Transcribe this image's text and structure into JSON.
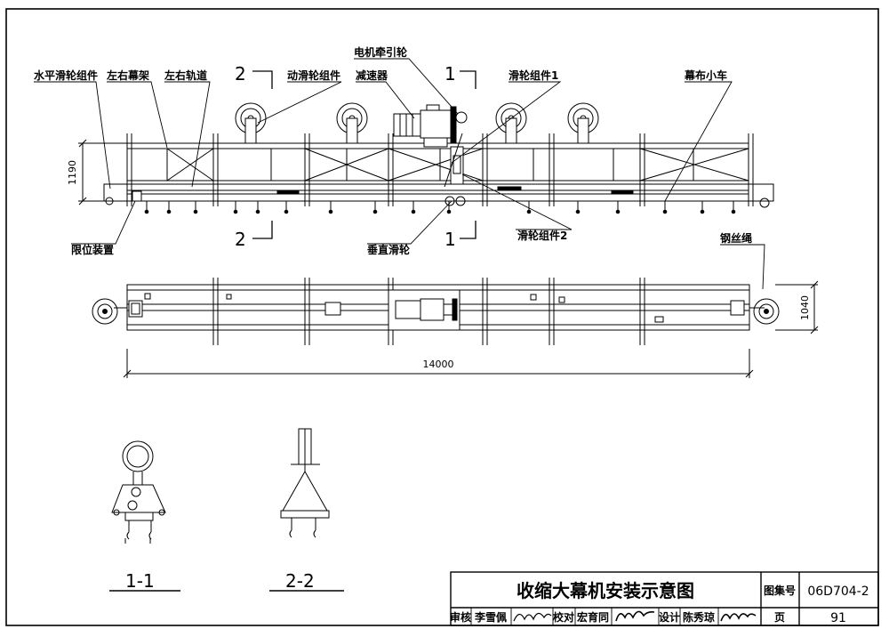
{
  "labels": {
    "horizontal_pulley": "水平滑轮组件",
    "side_curtain_frame": "左右幕架",
    "side_track": "左右轨道",
    "moving_pulley": "动滑轮组件",
    "motor_traction_wheel": "电机牵引轮",
    "reducer": "减速器",
    "pulley_1": "滑轮组件1",
    "curtain_trolley": "幕布小车",
    "limit_device": "限位装置",
    "vertical_pulley": "垂直滑轮",
    "pulley_2": "滑轮组件2",
    "wire_rope": "钢丝绳"
  },
  "dimensions": {
    "height": "1190",
    "width": "1040",
    "length": "14000"
  },
  "section_marks": {
    "mark_1": "1",
    "mark_2": "2",
    "section_1": "1-1",
    "section_2": "2-2"
  },
  "title_block": {
    "title": "收缩大幕机安装示意图",
    "atlas_label": "图集号",
    "atlas_value": "06D704-2",
    "review_label": "审核",
    "reviewer": "李雪佩",
    "check_label": "校对",
    "checker": "宏育同",
    "design_label": "设计",
    "designer": "陈秀琼",
    "page_label": "页",
    "page_value": "91"
  }
}
